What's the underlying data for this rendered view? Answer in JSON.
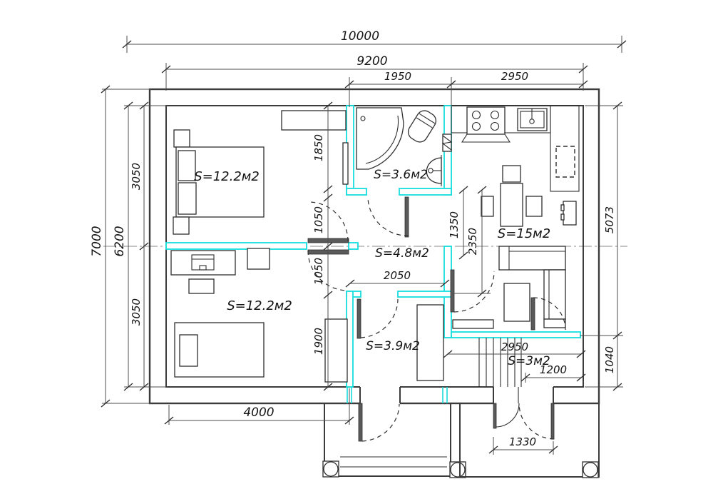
{
  "drawing": {
    "type": "floor-plan",
    "colors": {
      "walls": "#3b3b3b",
      "highlight_walls": "#16dede",
      "dim_lines": "#4d4d4d",
      "text": "#141414"
    },
    "rooms": [
      {
        "id": "bedroom-top",
        "area_label": "S=12.2м2"
      },
      {
        "id": "bathroom",
        "area_label": "S=3.6м2"
      },
      {
        "id": "kitchen-living",
        "area_label": "S=15м2"
      },
      {
        "id": "hallway",
        "area_label": "S=4.8м2"
      },
      {
        "id": "bedroom-bottom",
        "area_label": "S=12.2м2"
      },
      {
        "id": "storage",
        "area_label": "S=3.9м2"
      },
      {
        "id": "stair-vestibule",
        "area_label": "S=3м2"
      }
    ],
    "dimensions_mm": {
      "top": [
        "10000",
        "9200",
        "1950",
        "2950"
      ],
      "left": [
        "7000",
        "6200",
        "3050",
        "3050"
      ],
      "right": [
        "5073",
        "1040"
      ],
      "bottom": [
        "4000",
        "1330"
      ],
      "interior": [
        "1850",
        "1050",
        "1050",
        "1350",
        "2350",
        "2050",
        "1900",
        "2950",
        "1200"
      ]
    }
  }
}
